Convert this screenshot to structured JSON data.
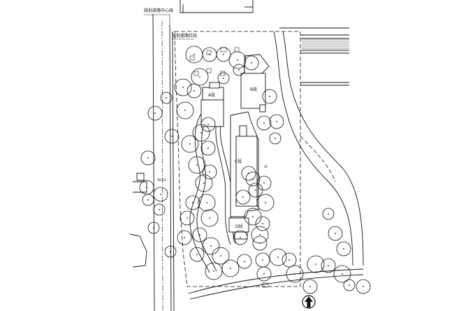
{
  "labels": {
    "road_centerline": "规划道路中心线",
    "road_redline": "规划道路红线",
    "building_a": "A段",
    "building_b": "B段",
    "building_c": "C段",
    "building_d": "D段",
    "elevation": "98.02",
    "small_mark": "4F"
  },
  "icons": {
    "north_arrow": "north-arrow-icon"
  }
}
